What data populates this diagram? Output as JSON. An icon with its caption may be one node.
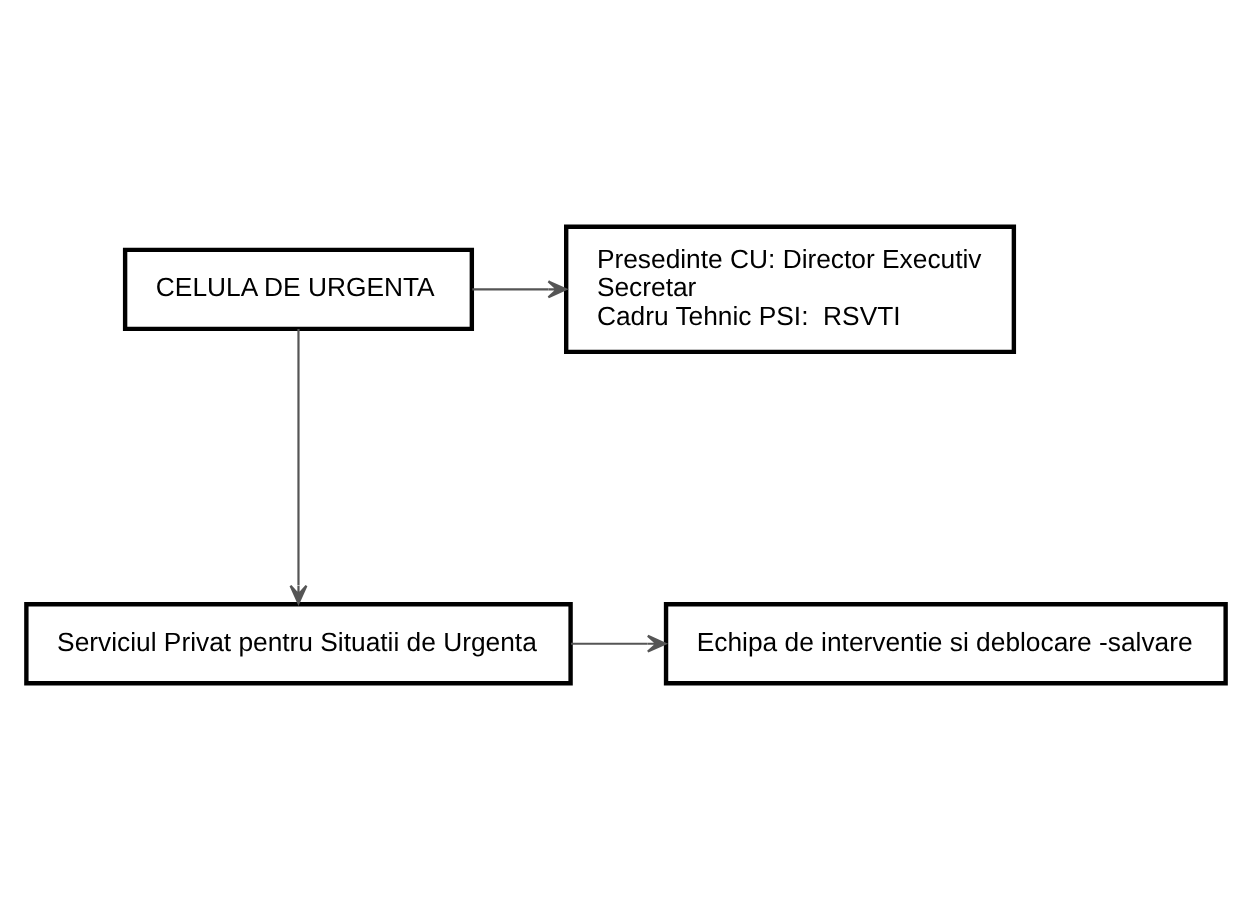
{
  "diagram": {
    "nodes": [
      {
        "text": [
          "CELULA DE URGENTA"
        ]
      },
      {
        "text": [
          "Presedinte CU: Director Executiv",
          "Secretar",
          "Cadru Tehnic PSI:  RSVTI"
        ]
      },
      {
        "text": [
          "Serviciul Privat pentru Situatii de Urgenta"
        ]
      },
      {
        "text": [
          "Echipa de interventie si deblocare -salvare"
        ]
      }
    ],
    "edges": [
      {
        "from": 0,
        "to": 1,
        "arrow": "to"
      },
      {
        "from": 0,
        "to": 2,
        "arrow": "to"
      },
      {
        "from": 2,
        "to": 3,
        "arrow": "to"
      }
    ]
  }
}
